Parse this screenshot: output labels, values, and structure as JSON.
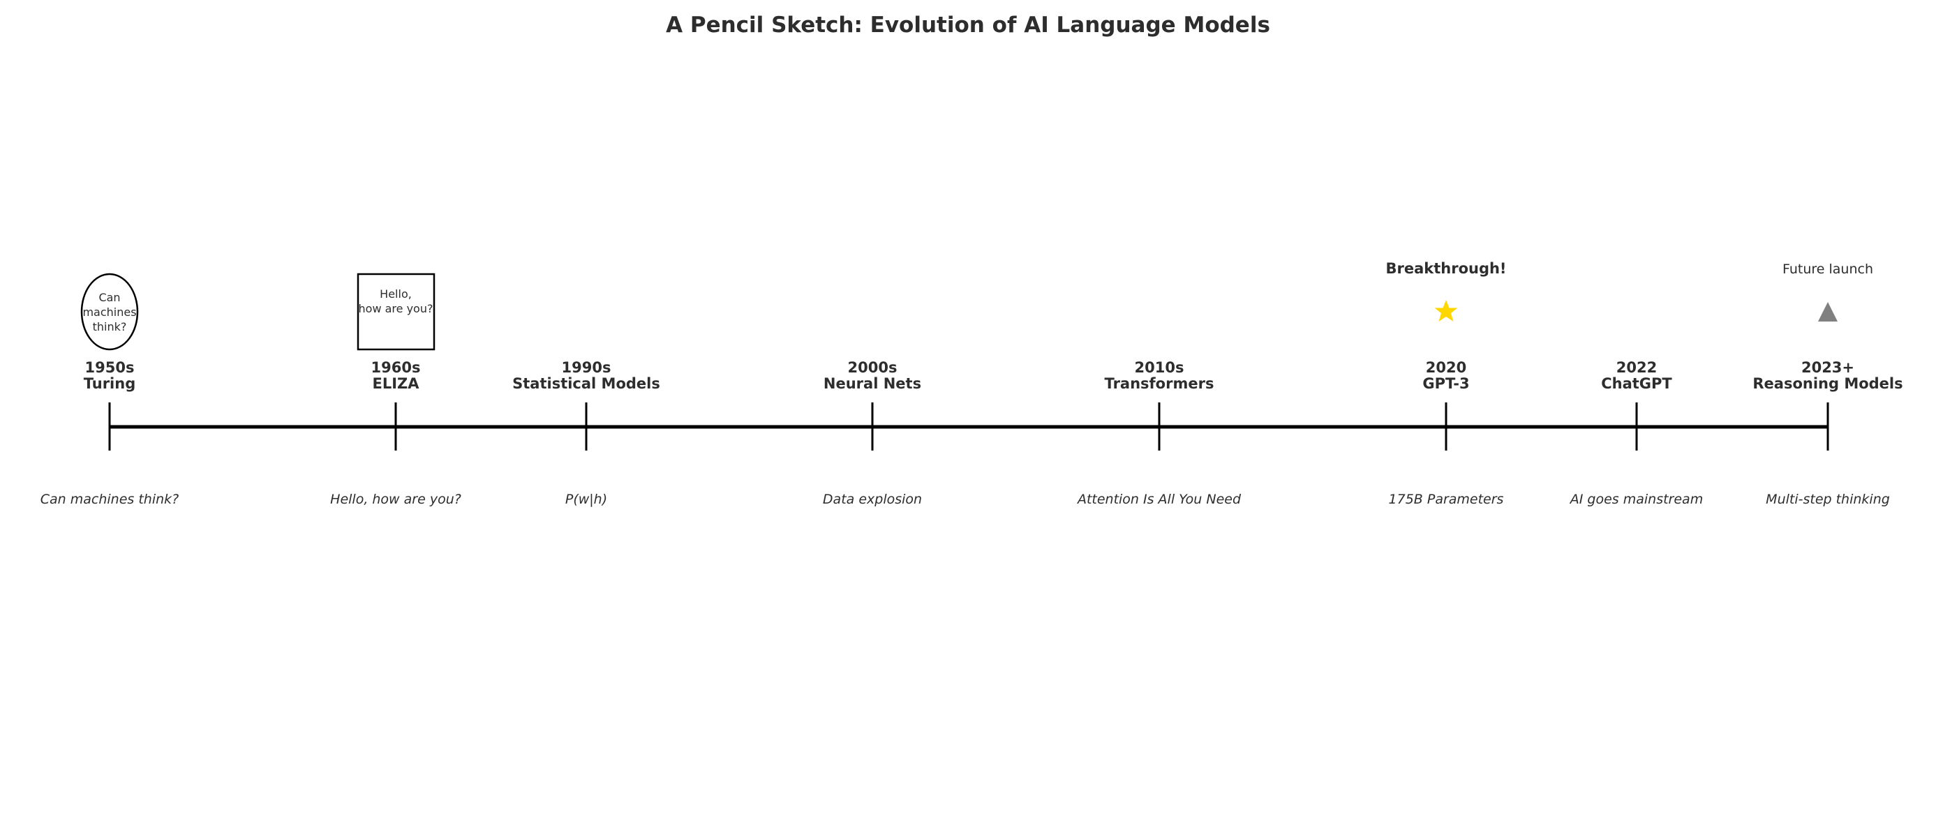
{
  "title": "A Pencil Sketch: Evolution of AI Language Models",
  "milestones": [
    {
      "period": "1950s",
      "name": "Turing",
      "caption": "Can machines think?"
    },
    {
      "period": "1960s",
      "name": "ELIZA",
      "caption": "Hello, how are you?"
    },
    {
      "period": "1990s",
      "name": "Statistical Models",
      "caption": "P(w|h)"
    },
    {
      "period": "2000s",
      "name": "Neural Nets",
      "caption": "Data explosion"
    },
    {
      "period": "2010s",
      "name": "Transformers",
      "caption": "Attention Is All You Need"
    },
    {
      "period": "2020",
      "name": "GPT-3",
      "caption": "175B Parameters"
    },
    {
      "period": "2022",
      "name": "ChatGPT",
      "caption": "AI goes mainstream"
    },
    {
      "period": "2023+",
      "name": "Reasoning Models",
      "caption": "Multi-step thinking"
    }
  ],
  "sketches": {
    "turing_bubble": [
      "Can",
      "machines",
      "think?"
    ],
    "eliza_box": [
      "Hello,",
      "how are you?"
    ],
    "breakthrough_label": "Breakthrough!",
    "future_label": "Future launch"
  },
  "colors": {
    "ink": "#2d2d2d",
    "line": "#000000",
    "star": "#FFD700",
    "rocket": "#808080"
  },
  "icons": {
    "gpt3": "star-icon",
    "reasoning": "triangle-rocket-icon"
  }
}
